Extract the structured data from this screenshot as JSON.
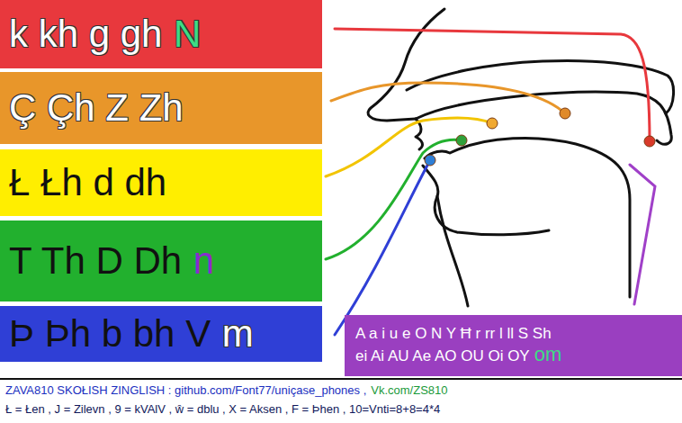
{
  "diagram": {
    "nodes": [
      {
        "text": [
          "k kh g gh",
          "N"
        ]
      },
      {
        "text": [
          "Ç Çh Z Zh"
        ]
      },
      {
        "text": [
          "Ł Łh d dh"
        ]
      },
      {
        "text": [
          "T Th D Dh",
          "n"
        ]
      },
      {
        "text": [
          "Þ Þh b bh V",
          "m"
        ]
      },
      {
        "text": [
          "A a i u e O N Y Ħ r rr l ll S Sh",
          "ei Ai AU Ae AO OU Oi OY",
          "om"
        ]
      }
    ],
    "labels": [
      "ZAVA810 SKOŁISH ZINGLISH : github.com/Font77/uniçase_phones ,",
      "Vk.com/ZS810",
      "Ł = Łen , J = Zilevn , 9 = kVAlV , ŵ = dblu , X = Aksen , F = Þhen , 10=Vnti=8+8=4*4"
    ]
  }
}
